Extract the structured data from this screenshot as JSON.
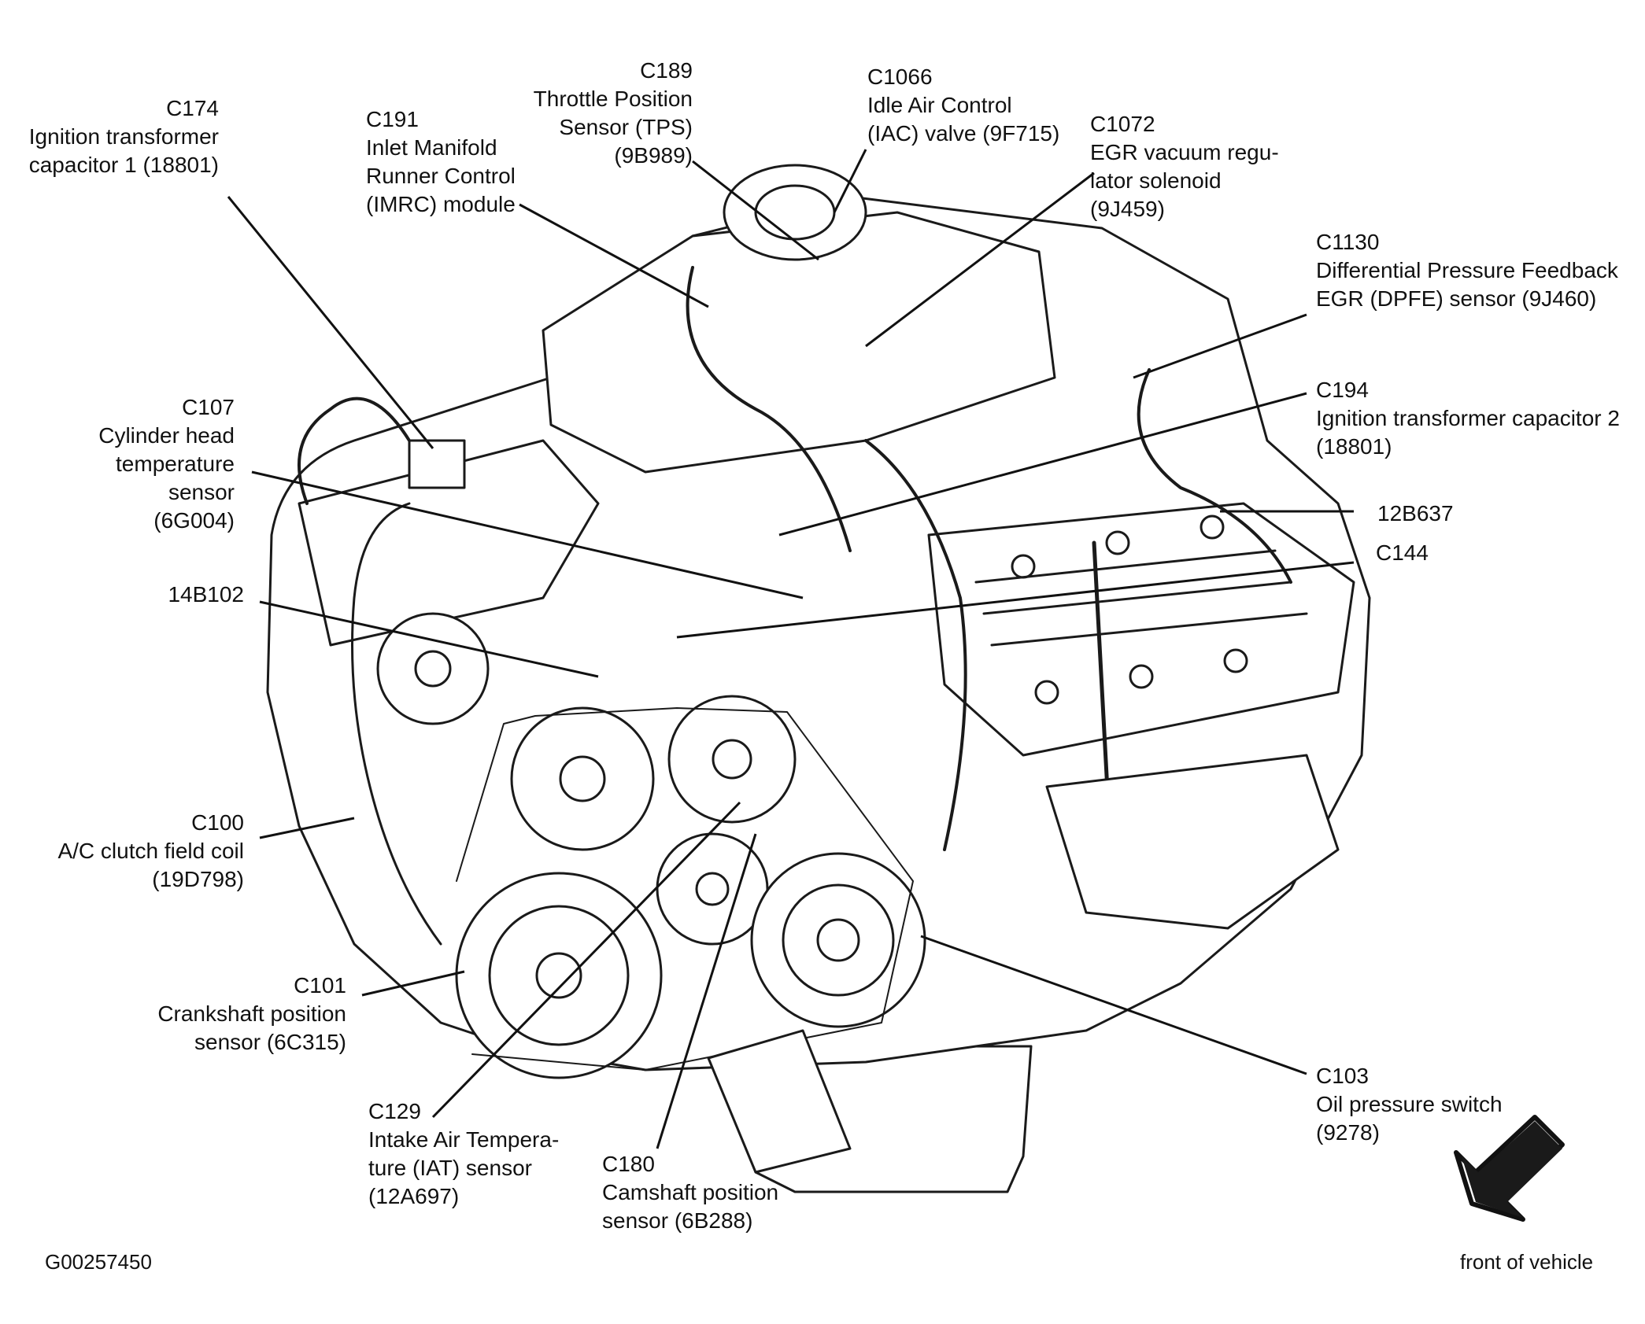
{
  "figure_id": "G00257450",
  "front_label": "front of vehicle",
  "callouts": [
    {
      "id": "c174",
      "lines": [
        "C174",
        "Ignition transformer",
        "capacitor 1 (18801)"
      ]
    },
    {
      "id": "c191",
      "lines": [
        "C191",
        "Inlet Manifold",
        "Runner Control",
        "(IMRC) module"
      ]
    },
    {
      "id": "c189",
      "lines": [
        "C189",
        "Throttle Position",
        "Sensor (TPS)",
        "(9B989)"
      ]
    },
    {
      "id": "c1066",
      "lines": [
        "C1066",
        "Idle Air Control",
        "(IAC) valve (9F715)"
      ]
    },
    {
      "id": "c1072",
      "lines": [
        "C1072",
        "EGR vacuum regu-",
        "lator solenoid",
        "(9J459)"
      ]
    },
    {
      "id": "c1130",
      "lines": [
        "C1130",
        "Differential Pressure Feedback",
        "EGR (DPFE) sensor (9J460)"
      ]
    },
    {
      "id": "c194",
      "lines": [
        "C194",
        "Ignition transformer capacitor 2",
        "(18801)"
      ]
    },
    {
      "id": "c107",
      "lines": [
        "C107",
        "Cylinder head",
        "temperature",
        "sensor",
        "(6G004)"
      ]
    },
    {
      "id": "12b637",
      "lines": [
        "12B637"
      ]
    },
    {
      "id": "c144",
      "lines": [
        "C144"
      ]
    },
    {
      "id": "14b102",
      "lines": [
        "14B102"
      ]
    },
    {
      "id": "c100",
      "lines": [
        "C100",
        "A/C clutch field coil",
        "(19D798)"
      ]
    },
    {
      "id": "c101",
      "lines": [
        "C101",
        "Crankshaft position",
        "sensor (6C315)"
      ]
    },
    {
      "id": "c129",
      "lines": [
        "C129",
        "Intake Air Tempera-",
        "ture (IAT) sensor",
        "(12A697)"
      ]
    },
    {
      "id": "c180",
      "lines": [
        "C180",
        "Camshaft position",
        "sensor (6B288)"
      ]
    },
    {
      "id": "c103",
      "lines": [
        "C103",
        "Oil pressure switch",
        "(9278)"
      ]
    }
  ]
}
